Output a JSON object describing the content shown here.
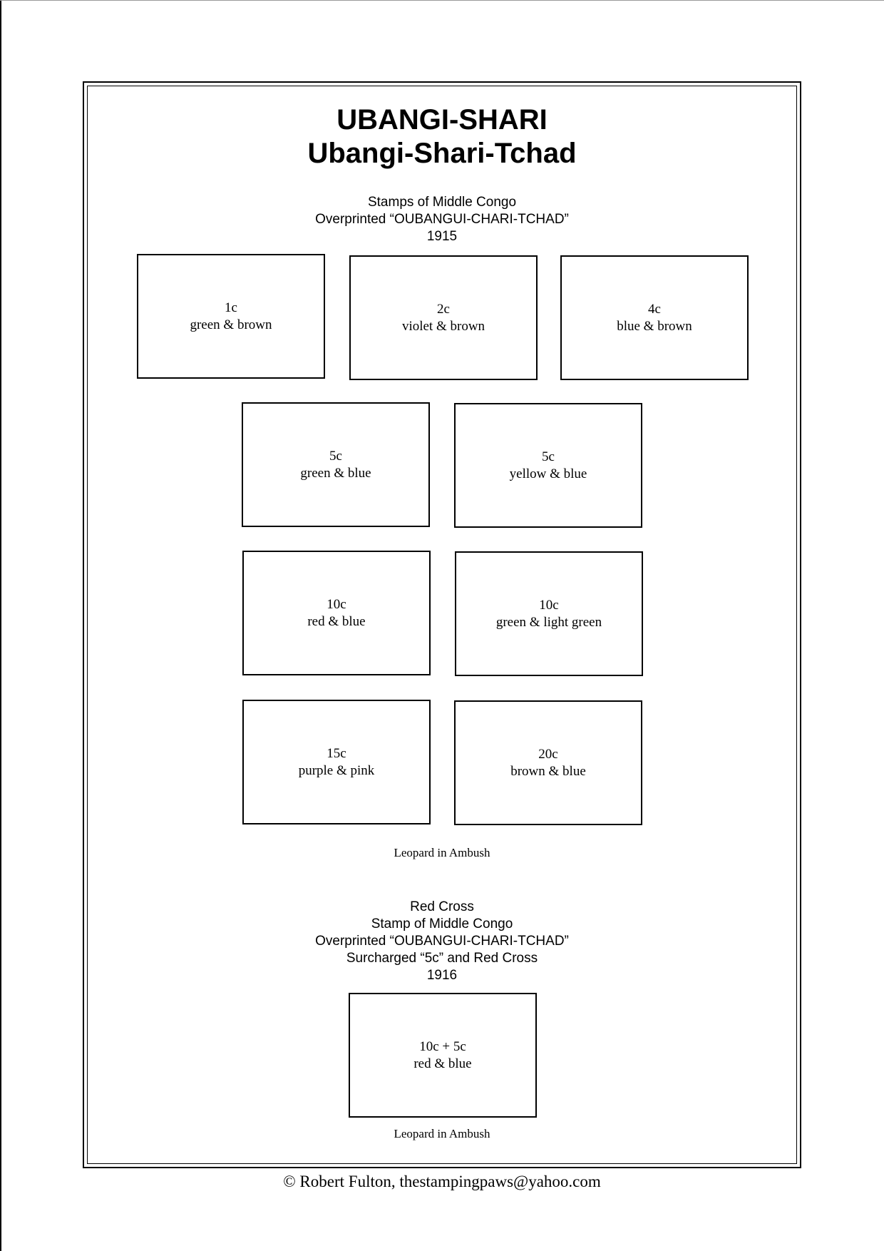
{
  "page": {
    "title": "UBANGI-SHARI",
    "subtitle": "Ubangi-Shari-Tchad"
  },
  "section1": {
    "line1": "Stamps of Middle Congo",
    "line2": "Overprinted “OUBANGUI-CHARI-TCHAD”",
    "year": "1915",
    "stamps": [
      {
        "value": "1c",
        "color": "green & brown"
      },
      {
        "value": "2c",
        "color": "violet & brown"
      },
      {
        "value": "4c",
        "color": "blue & brown"
      },
      {
        "value": "5c",
        "color": "green & blue"
      },
      {
        "value": "5c",
        "color": "yellow & blue"
      },
      {
        "value": "10c",
        "color": "red & blue"
      },
      {
        "value": "10c",
        "color": "green & light green"
      },
      {
        "value": "15c",
        "color": "purple & pink"
      },
      {
        "value": "20c",
        "color": "brown & blue"
      }
    ],
    "caption": "Leopard in Ambush"
  },
  "section2": {
    "line1": "Red Cross",
    "line2": "Stamp of Middle Congo",
    "line3": "Overprinted “OUBANGUI-CHARI-TCHAD”",
    "line4": "Surcharged “5c” and Red Cross",
    "year": "1916",
    "stamps": [
      {
        "value": "10c + 5c",
        "color": "red & blue"
      }
    ],
    "caption": "Leopard in Ambush"
  },
  "footer": {
    "copyright": "©  Robert Fulton, thestampingpaws@yahoo.com"
  }
}
